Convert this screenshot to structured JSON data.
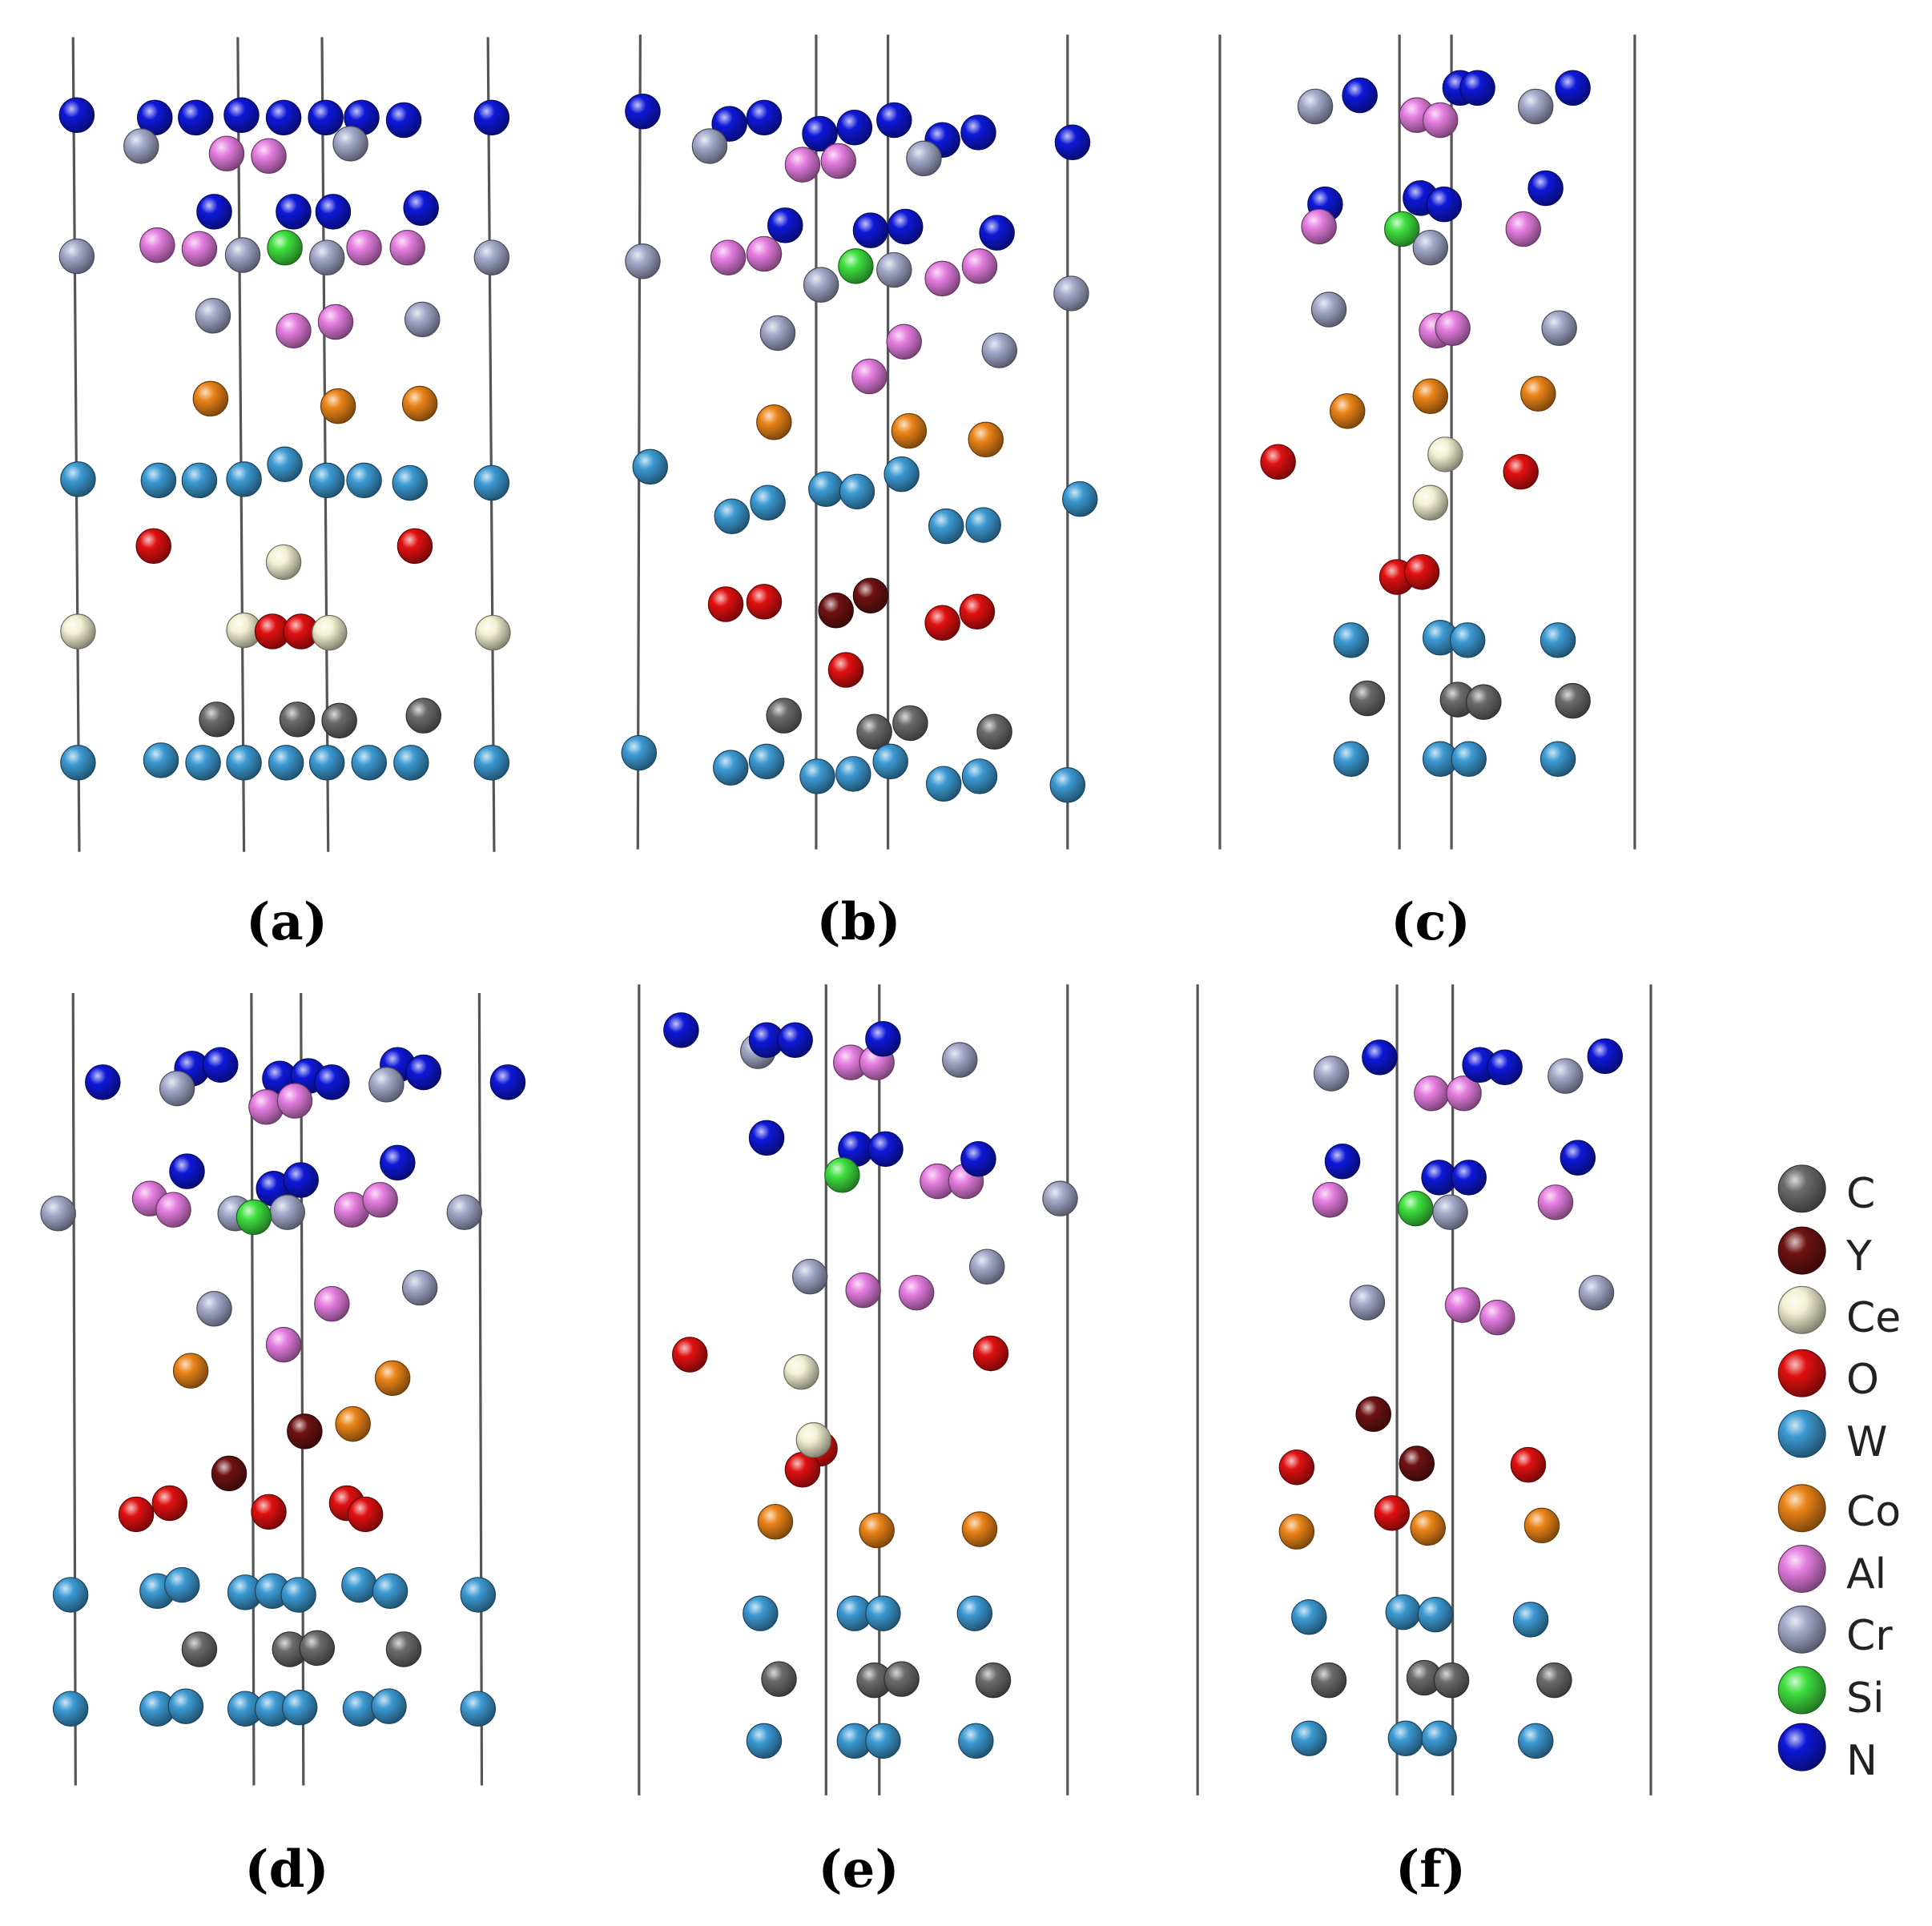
{
  "panel_labels": {
    "a": "(a)",
    "b": "(b)",
    "c": "(c)",
    "d": "(d)",
    "e": "(e)",
    "f": "(f)"
  },
  "elements": {
    "C": {
      "label": "C",
      "color": "#6b6b6b"
    },
    "Y": {
      "label": "Y",
      "color": "#6e1212"
    },
    "Ce": {
      "label": "Ce",
      "color": "#f3f1d2"
    },
    "O": {
      "label": "O",
      "color": "#e01010"
    },
    "W": {
      "label": "W",
      "color": "#3c9ad3"
    },
    "Co": {
      "label": "Co",
      "color": "#ea8418"
    },
    "Al": {
      "label": "Al",
      "color": "#e57ee0"
    },
    "Cr": {
      "label": "Cr",
      "color": "#a3a9c9"
    },
    "Si": {
      "label": "Si",
      "color": "#3fe03f"
    },
    "N": {
      "label": "N",
      "color": "#0e18d8"
    }
  },
  "legend_order": [
    "C",
    "Y",
    "Ce",
    "O",
    "W",
    "Co",
    "Al",
    "Cr",
    "Si",
    "N"
  ]
}
